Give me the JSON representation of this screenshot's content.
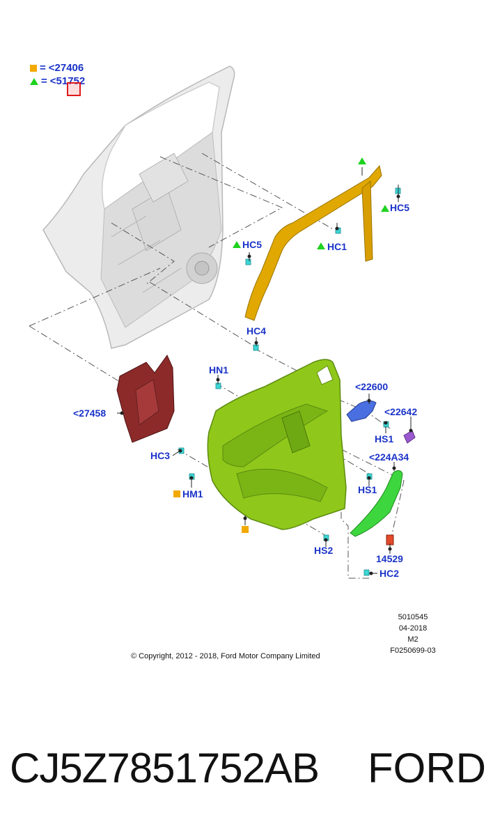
{
  "legend": [
    {
      "symbol": "orange-square",
      "eq": "=",
      "code": "<27406"
    },
    {
      "symbol": "green-triangle",
      "eq": "=",
      "code": "<51752"
    }
  ],
  "callouts": {
    "hc5_right": "HC5",
    "hc5_left": "HC5",
    "hc1": "HC1",
    "hc4": "HC4",
    "hn1": "HN1",
    "p22600": "<22600",
    "p22642": "<22642",
    "hs1_top": "HS1",
    "p27458": "<27458",
    "p224a34": "<224A34",
    "hc3": "HC3",
    "hs1_mid": "HS1",
    "hm1": "HM1",
    "hs2": "HS2",
    "p14529": "14529",
    "hc2": "HC2"
  },
  "meta": {
    "line1": "5010545",
    "line2": "04-2018",
    "line3": "M2",
    "line4": "F0250699-03"
  },
  "copyright": "© Copyright, 2012 - 2018, Ford Motor Company Limited",
  "caption": {
    "part_number": "CJ5Z7851752AB",
    "brand": "FORD"
  },
  "colors": {
    "callout_blue": "#1a33c8",
    "legend_orange": "#f2a900",
    "legend_green": "#1fd21f",
    "door_shell": "#e8e8e8",
    "weatherstrip": "#e0a800",
    "trim_panel": "#8fc81a",
    "watershield": "#8c2a2a",
    "armrest": "#3ed63e",
    "handle_bezel": "#4a6fe0",
    "switch_plate": "#9b59d0",
    "clip_cyan": "#3cd6d6",
    "fastener_red": "#e24a2a",
    "highlight_red": "#e01919"
  }
}
